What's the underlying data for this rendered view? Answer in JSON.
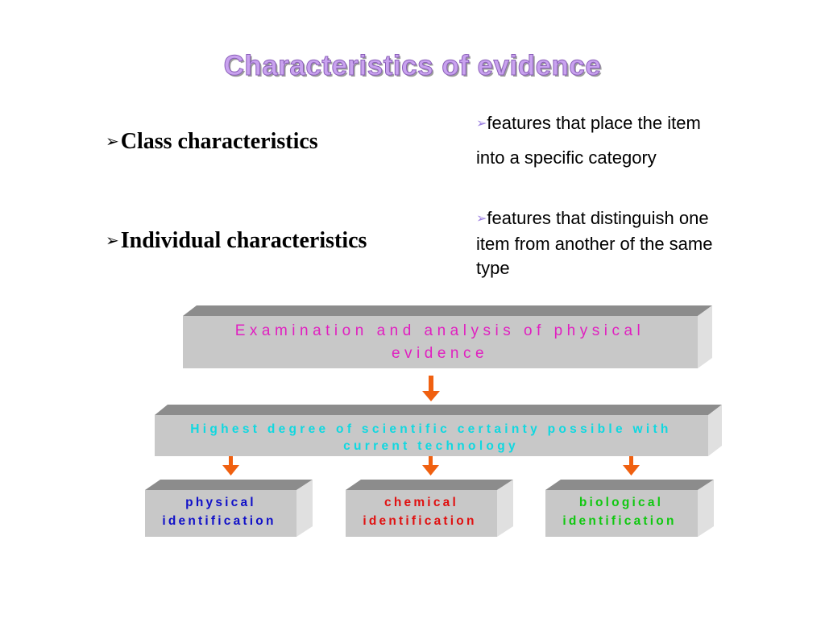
{
  "title": "Characteristics of evidence",
  "left_bullets": [
    {
      "text": "Class characteristics"
    },
    {
      "text": "Individual characteristics"
    }
  ],
  "right_bullets": [
    {
      "line1": "features that place the item",
      "line2": "into a specific category"
    },
    {
      "line1": "features that distinguish one",
      "line2": "item from another of the same",
      "line3": "type"
    }
  ],
  "diagram": {
    "top_box": {
      "line1": "Examination and analysis of physical",
      "line2": "evidence",
      "color": "#e020c0"
    },
    "middle_box": {
      "line1": "Highest degree of scientific certainty possible with",
      "line2": "current technology",
      "color": "#10d8e0"
    },
    "bottom_boxes": [
      {
        "line1": "physical",
        "line2": "identification",
        "color": "#1010c8"
      },
      {
        "line1": "chemical",
        "line2": "identification",
        "color": "#e01010"
      },
      {
        "line1": "biological",
        "line2": "identification",
        "color": "#10c810"
      }
    ],
    "arrow_color": "#f06010",
    "box_face_color": "#c8c8c8",
    "box_top_color": "#8c8c8c",
    "box_side_color": "#e0e0e0"
  }
}
